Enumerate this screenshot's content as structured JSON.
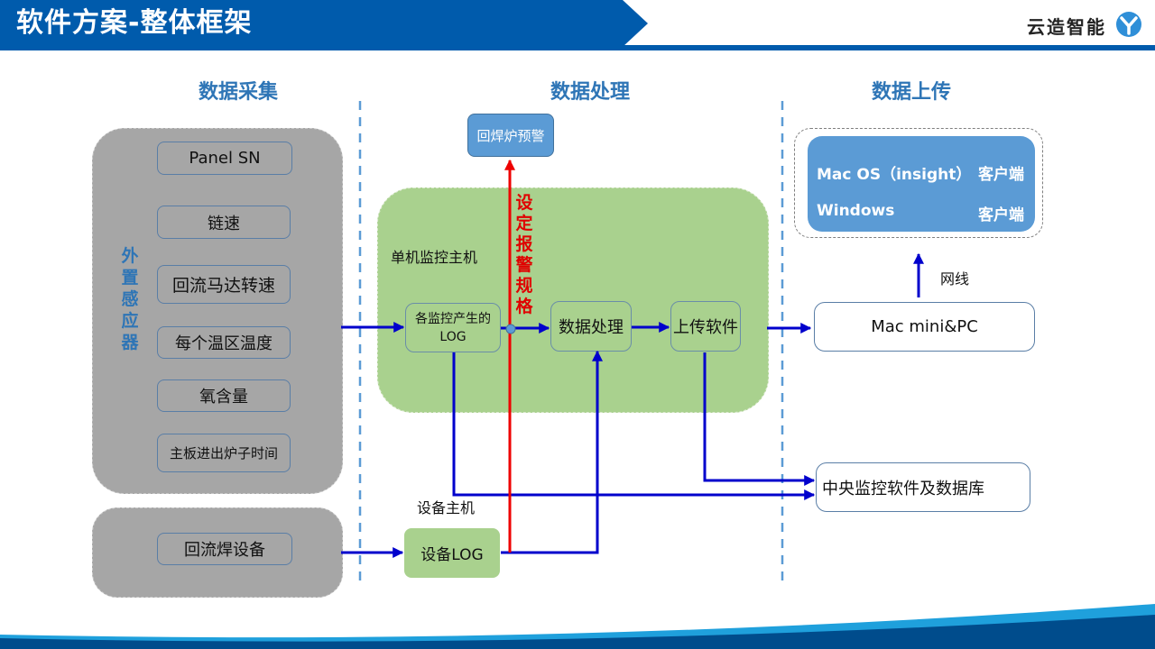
{
  "header": {
    "title": "软件方案-整体框架",
    "brand": "云造智能",
    "brand_color": "#005bac"
  },
  "sections": [
    {
      "label": "数据采集"
    },
    {
      "label": "数据处理"
    },
    {
      "label": "数据上传"
    }
  ],
  "collection": {
    "group_label": "外置感应器",
    "sensors": [
      "Panel SN",
      "链速",
      "回流马达转速",
      "每个温区温度",
      "氧含量",
      "主板进出炉子时间"
    ],
    "device": "回流焊设备"
  },
  "processing": {
    "alarm": "回焊炉预警",
    "alarm_spec_label": "设定报警规格",
    "host_label": "单机监控主机",
    "log_box": "各监控产生的LOG",
    "log_box_line1": "各监控产生的",
    "log_box_line2": "LOG",
    "process_box": "数据处理",
    "upload_box": "上传软件",
    "device_host_label": "设备主机",
    "device_log": "设备LOG"
  },
  "upload": {
    "clients": {
      "row1_left": "Mac OS（insight）",
      "row1_right": "客户端",
      "row2_left": "Windows",
      "row2_right": "客户端"
    },
    "network_label": "网线",
    "mac_pc": "Mac mini&PC",
    "central": "中央监控软件及数据库"
  },
  "colors": {
    "accent_blue": "#2e75b6",
    "arrow_blue": "#0000cc",
    "alarm_red": "#ee0000",
    "panel_gray": "#a6a6a6",
    "panel_green": "#a9d18e"
  }
}
